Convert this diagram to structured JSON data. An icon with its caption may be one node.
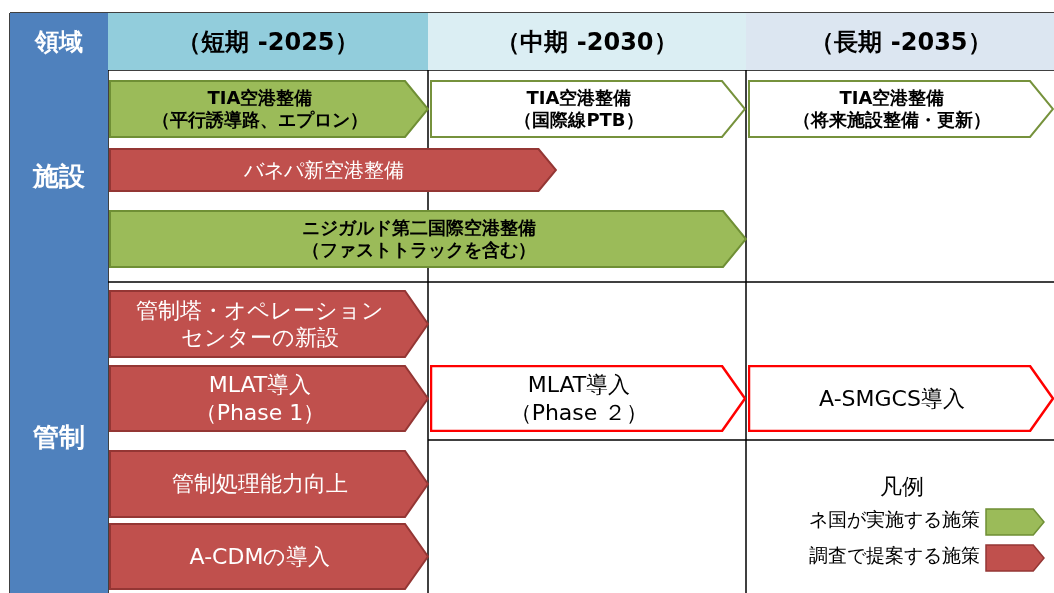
{
  "diagram": {
    "nodes": [
      {
        "text": [
          "領域"
        ]
      },
      {
        "text": [
          "（短期 -2025）"
        ]
      },
      {
        "text": [
          "（中期 -2030）"
        ]
      },
      {
        "text": [
          "（長期 -2035）"
        ]
      },
      {
        "text": [
          "施設"
        ]
      },
      {
        "text": [
          "TIA空港整備",
          "（平行誘導路、エプロン）"
        ]
      },
      {
        "text": [
          "TIA空港整備",
          "（国際線PTB）"
        ]
      },
      {
        "text": [
          "TIA空港整備",
          "（将来施設整備・更新）"
        ]
      },
      {
        "text": [
          "バネパ新空港整備"
        ]
      },
      {
        "text": [
          "ニジガルド第二国際空港整備",
          "（ファストトラックを含む）"
        ]
      },
      {
        "text": [
          "管制"
        ]
      },
      {
        "text": [
          "管制塔・オペレーションセンターの新設"
        ]
      },
      {
        "text": [
          "MLAT導入",
          "（Phase 1）"
        ]
      },
      {
        "text": [
          "MLAT導入",
          "（Phase ２）"
        ]
      },
      {
        "text": [
          "A-SMGCS導入"
        ]
      },
      {
        "text": [
          "管制処理能力向上"
        ]
      },
      {
        "text": [
          "A-CDMの導入"
        ]
      }
    ],
    "edges": [],
    "labels": [
      "凡例"
    ],
    "legend": [
      {
        "text": "ネ国が実施する施策",
        "color": "#9bbb59"
      },
      {
        "text": "調査で提案する施策",
        "color": "#c0504d"
      }
    ]
  }
}
